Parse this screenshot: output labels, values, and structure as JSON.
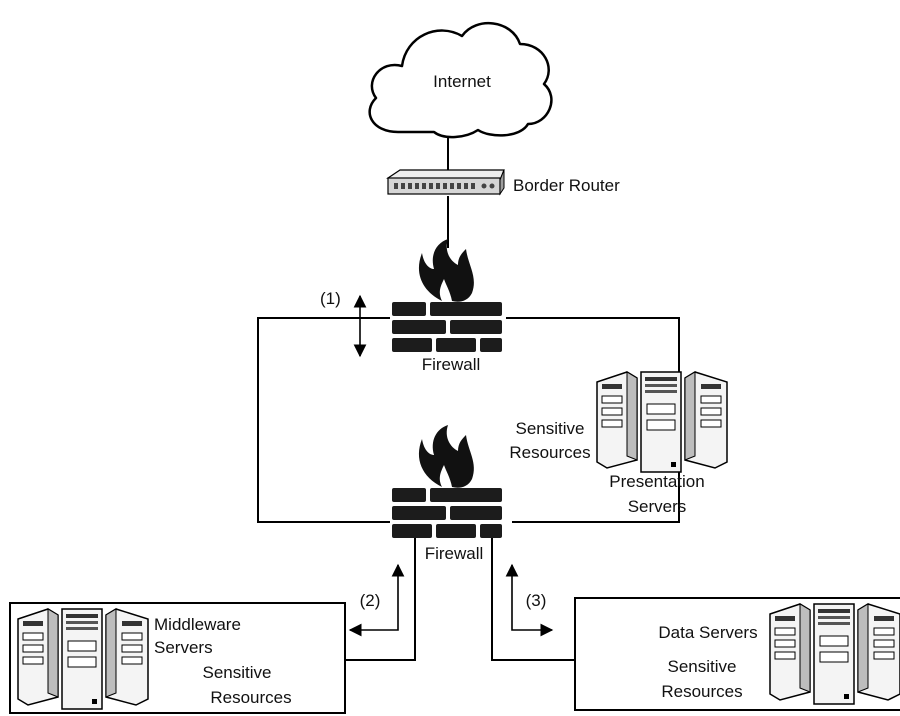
{
  "labels": {
    "internet": "Internet",
    "border_router": "Border Router",
    "marker_1": "(1)",
    "marker_2": "(2)",
    "marker_3": "(3)",
    "outer_firewall": "Firewall",
    "inner_firewall": "Firewall",
    "presentation_sensitive_line1": "Sensitive",
    "presentation_sensitive_line2": "Resources",
    "presentation_servers_line1": "Presentation",
    "presentation_servers_line2": "Servers",
    "middleware_servers_line1": "Middleware",
    "middleware_servers_line2": "Servers",
    "middleware_sensitive_line1": "Sensitive",
    "middleware_sensitive_line2": "Resources",
    "data_servers": "Data Servers",
    "data_sensitive_line1": "Sensitive",
    "data_sensitive_line2": "Resources"
  },
  "icons": {
    "cloud": "cloud-icon",
    "router": "router-icon",
    "firewall": "firewall-icon",
    "servers": "server-rack-icon"
  },
  "colors": {
    "stroke": "#000000",
    "server_fill": "#f4f4f4",
    "server_shade": "#bdbdbd",
    "brick": "#1c1c1c",
    "router_body": "#d6d6d6"
  }
}
